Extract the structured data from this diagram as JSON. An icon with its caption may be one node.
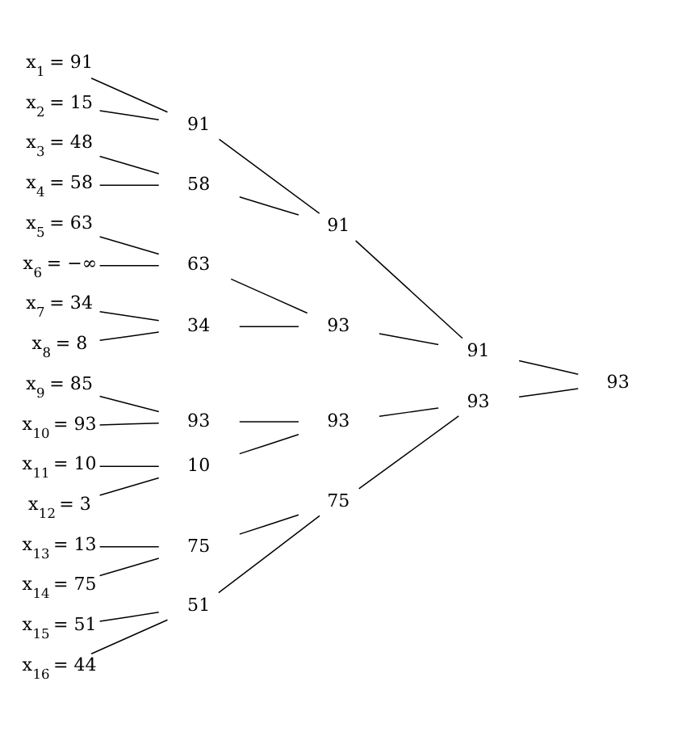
{
  "diagram": {
    "nodes": [
      {
        "text": [
          "x$_{1}$ = 91"
        ]
      },
      {
        "text": [
          "x$_{2}$ = 15"
        ]
      },
      {
        "text": [
          "x$_{3}$ = 48"
        ]
      },
      {
        "text": [
          "x$_{4}$ = 58"
        ]
      },
      {
        "text": [
          "x$_{5}$ = 63"
        ]
      },
      {
        "text": [
          "x$_{6}$ = −∞"
        ]
      },
      {
        "text": [
          "x$_{7}$ = 34"
        ]
      },
      {
        "text": [
          "x$_{8}$ = 8"
        ]
      },
      {
        "text": [
          "x$_{9}$ = 85"
        ]
      },
      {
        "text": [
          "x$_{10}$ = 93"
        ]
      },
      {
        "text": [
          "x$_{11}$ = 10"
        ]
      },
      {
        "text": [
          "x$_{12}$ = 3"
        ]
      },
      {
        "text": [
          "x$_{13}$ = 13"
        ]
      },
      {
        "text": [
          "x$_{14}$ = 75"
        ]
      },
      {
        "text": [
          "x$_{15}$ = 51"
        ]
      },
      {
        "text": [
          "x$_{16}$ = 44"
        ]
      },
      {
        "text": [
          "91"
        ]
      },
      {
        "text": [
          "58"
        ]
      },
      {
        "text": [
          "63"
        ]
      },
      {
        "text": [
          "34"
        ]
      },
      {
        "text": [
          "93"
        ]
      },
      {
        "text": [
          "10"
        ]
      },
      {
        "text": [
          "75"
        ]
      },
      {
        "text": [
          "51"
        ]
      },
      {
        "text": [
          "91"
        ]
      },
      {
        "text": [
          "93"
        ]
      },
      {
        "text": [
          "93"
        ]
      },
      {
        "text": [
          "75"
        ]
      },
      {
        "text": [
          "91"
        ]
      },
      {
        "text": [
          "93"
        ]
      },
      {
        "text": [
          "93"
        ]
      }
    ],
    "edges": [
      {
        "from": 0,
        "to": 16,
        "arrow": "none"
      },
      {
        "from": 1,
        "to": 16,
        "arrow": "none"
      },
      {
        "from": 2,
        "to": 17,
        "arrow": "none"
      },
      {
        "from": 3,
        "to": 17,
        "arrow": "none"
      },
      {
        "from": 4,
        "to": 18,
        "arrow": "none"
      },
      {
        "from": 5,
        "to": 18,
        "arrow": "none"
      },
      {
        "from": 6,
        "to": 19,
        "arrow": "none"
      },
      {
        "from": 7,
        "to": 19,
        "arrow": "none"
      },
      {
        "from": 8,
        "to": 20,
        "arrow": "none"
      },
      {
        "from": 9,
        "to": 20,
        "arrow": "none"
      },
      {
        "from": 10,
        "to": 21,
        "arrow": "none"
      },
      {
        "from": 11,
        "to": 21,
        "arrow": "none"
      },
      {
        "from": 12,
        "to": 22,
        "arrow": "none"
      },
      {
        "from": 13,
        "to": 22,
        "arrow": "none"
      },
      {
        "from": 14,
        "to": 23,
        "arrow": "none"
      },
      {
        "from": 15,
        "to": 23,
        "arrow": "none"
      },
      {
        "from": 16,
        "to": 24,
        "arrow": "none"
      },
      {
        "from": 17,
        "to": 24,
        "arrow": "none"
      },
      {
        "from": 18,
        "to": 25,
        "arrow": "none"
      },
      {
        "from": 19,
        "to": 25,
        "arrow": "none"
      },
      {
        "from": 20,
        "to": 26,
        "arrow": "none"
      },
      {
        "from": 21,
        "to": 26,
        "arrow": "none"
      },
      {
        "from": 22,
        "to": 27,
        "arrow": "none"
      },
      {
        "from": 23,
        "to": 27,
        "arrow": "none"
      },
      {
        "from": 24,
        "to": 28,
        "arrow": "none"
      },
      {
        "from": 25,
        "to": 28,
        "arrow": "none"
      },
      {
        "from": 26,
        "to": 29,
        "arrow": "none"
      },
      {
        "from": 27,
        "to": 29,
        "arrow": "none"
      },
      {
        "from": 28,
        "to": 30,
        "arrow": "none"
      },
      {
        "from": 29,
        "to": 30,
        "arrow": "none"
      }
    ]
  }
}
